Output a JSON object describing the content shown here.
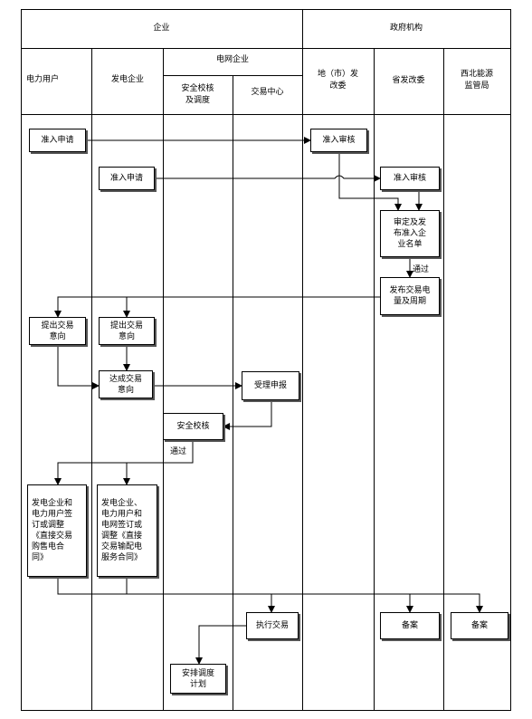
{
  "header": {
    "enterprise": "企业",
    "government": "政府机构",
    "grid_enterprise": "电网企业",
    "lanes": {
      "power_user": "电力用户",
      "generator": "发电企业",
      "safety": "安全校核\n及调度",
      "trade_center": "交易中心",
      "city_ndrc": "地（市）发\n改委",
      "prov_ndrc": "省发改委",
      "nw_energy": "西北能源\n监管局"
    }
  },
  "nodes": {
    "access_apply_user": "准入申请",
    "access_review_city": "准入审核",
    "access_apply_gen": "准入申请",
    "access_review_prov": "准入审核",
    "approve_list": "审定及发\n布准入企\n业名单",
    "publish_volume": "发布交易电\n量及周期",
    "intent_user": "提出交易\n意向",
    "intent_gen": "提出交易\n意向",
    "reach_intent": "达成交易\n意向",
    "accept_report": "受理申报",
    "safety_check": "安全校核",
    "contract_purchase": "发电企业和\n电力用户签\n订或调整\n《直接交易\n购售电合\n同》",
    "contract_service": "发电企业、\n电力用户和\n电网签订或\n调整《直接\n交易输配电\n服务合同》",
    "execute_trade": "执行交易",
    "arrange_dispatch": "安排调度\n计划",
    "record_prov": "备案",
    "record_nw": "备案"
  },
  "labels": {
    "pass_1": "通过",
    "pass_2": "通过"
  }
}
